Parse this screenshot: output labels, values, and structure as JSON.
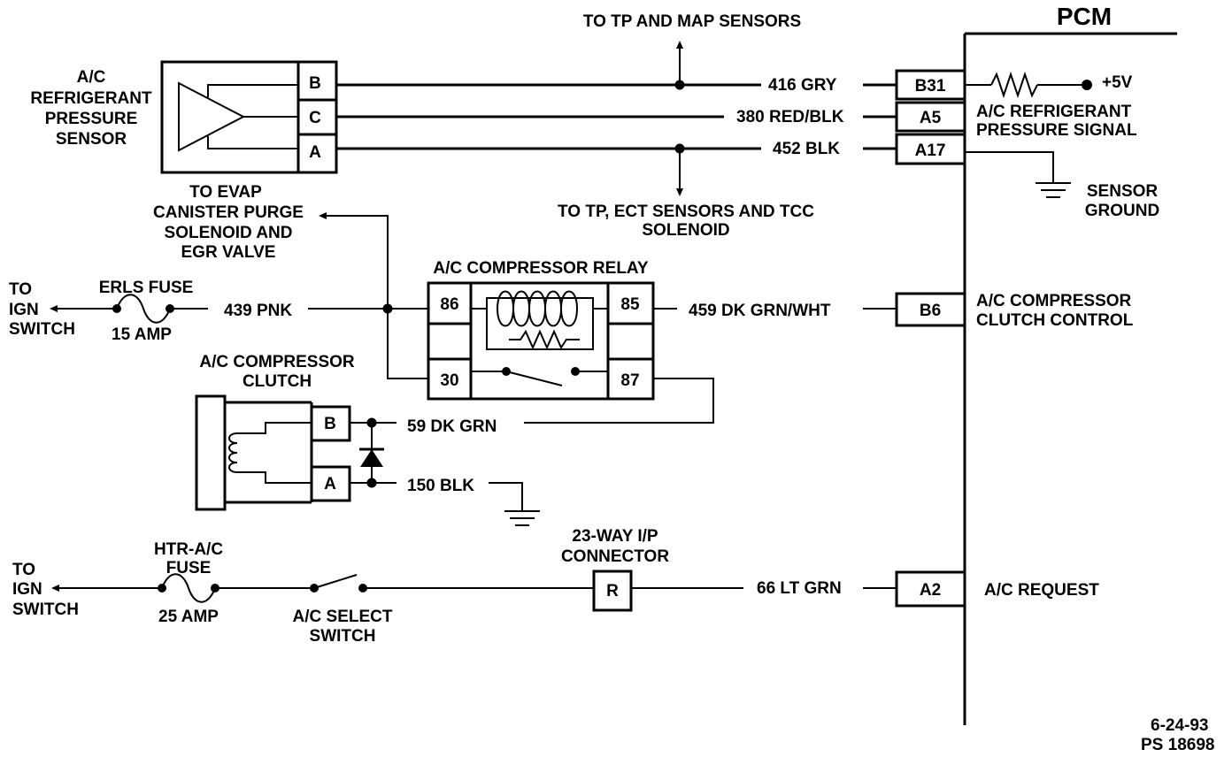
{
  "pcm": {
    "title": "PCM",
    "pins": {
      "b31": "B31",
      "a5": "A5",
      "a17": "A17",
      "b6": "B6",
      "a2": "A2"
    },
    "labels": {
      "plus5v": "+5V",
      "signal_line1": "A/C REFRIGERANT",
      "signal_line2": "PRESSURE SIGNAL",
      "ground_line1": "SENSOR",
      "ground_line2": "GROUND",
      "clutch_line1": "A/C COMPRESSOR",
      "clutch_line2": "CLUTCH CONTROL",
      "request": "A/C REQUEST"
    }
  },
  "sensor": {
    "line1": "A/C",
    "line2": "REFRIGERANT",
    "line3": "PRESSURE",
    "line4": "SENSOR",
    "pins": {
      "b": "B",
      "c": "C",
      "a": "A"
    }
  },
  "wires": {
    "w416": "416  GRY",
    "w380": "380 RED/BLK",
    "w452": "452  BLK",
    "w439": "439 PNK",
    "w459": "459  DK GRN/WHT",
    "w59": "59  DK GRN",
    "w150": "150 BLK",
    "w66": "66 LT GRN"
  },
  "notes": {
    "tp_map": "TO TP AND MAP SENSORS",
    "tp_ect_line1": "TO TP, ECT SENSORS AND TCC",
    "tp_ect_line2": "SOLENOID",
    "evap_line1": "TO EVAP",
    "evap_line2": "CANISTER PURGE",
    "evap_line3": "SOLENOID AND",
    "evap_line4": "EGR VALVE"
  },
  "relay": {
    "title": "A/C COMPRESSOR RELAY",
    "pins": {
      "p86": "86",
      "p85": "85",
      "p30": "30",
      "p87": "87"
    }
  },
  "ign1": {
    "line1": "TO",
    "line2": "IGN",
    "line3": "SWITCH"
  },
  "erls_fuse": {
    "name": "ERLS FUSE",
    "rating": "15 AMP"
  },
  "clutch": {
    "line1": "A/C COMPRESSOR",
    "line2": "CLUTCH",
    "pins": {
      "b": "B",
      "a": "A"
    }
  },
  "ign2": {
    "line1": "TO",
    "line2": "IGN",
    "line3": "SWITCH"
  },
  "htr_fuse": {
    "line1": "HTR-A/C",
    "line2": "FUSE",
    "rating": "25 AMP"
  },
  "select_switch": {
    "line1": "A/C SELECT",
    "line2": "SWITCH"
  },
  "connector": {
    "line1": "23-WAY I/P",
    "line2": "CONNECTOR",
    "pin": "R"
  },
  "footer": {
    "date": "6-24-93",
    "code": "PS 18698"
  }
}
